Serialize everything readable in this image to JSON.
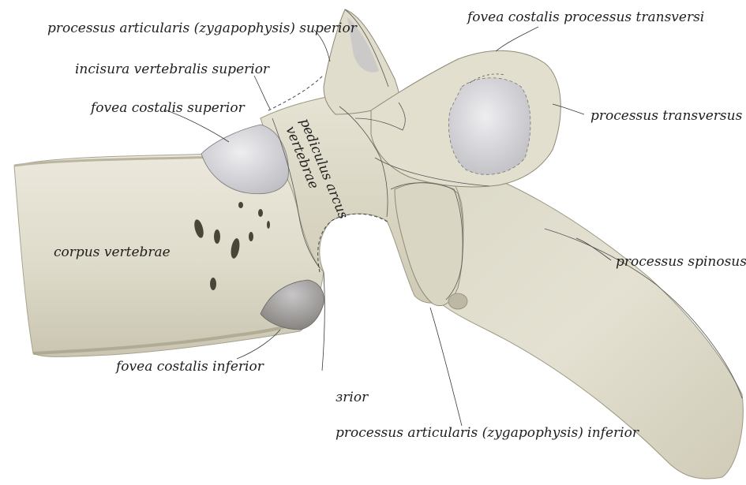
{
  "labels": {
    "proc_art_sup": "processus articularis (zygapophysis) superior",
    "inc_vert_sup": "incisura vertebralis superior",
    "fov_cost_sup": "fovea costalis superior",
    "fov_cost_proc_transv": "fovea costalis processus transversi",
    "proc_transv": "processus transversus",
    "pediculus_1": "pediculus arcus",
    "pediculus_2": "vertebrae",
    "corpus": "corpus vertebrae",
    "proc_spin": "processus spinosus",
    "fov_cost_inf": "fovea costalis inferior",
    "inc_vert_inf_fragment": "зrior",
    "proc_art_inf": "processus articularis (zygapophysis) inferior"
  },
  "colors": {
    "bone_light": "#e7e4d6",
    "bone_mid": "#d6d2bf",
    "bone_shadow": "#a9a490",
    "facet": "#c9c9cc",
    "facet_light": "#e4e4e8",
    "leader": "#3a3a3a",
    "hole": "#4a4536"
  }
}
